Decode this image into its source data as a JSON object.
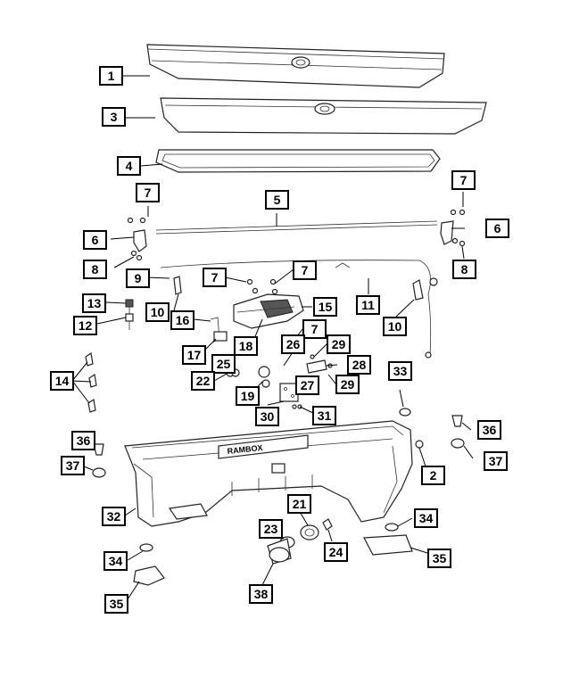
{
  "callouts": {
    "c1": "1",
    "c2": "2",
    "c3": "3",
    "c4": "4",
    "c5": "5",
    "c6a": "6",
    "c6b": "6",
    "c7a": "7",
    "c7b": "7",
    "c7c": "7",
    "c7d": "7",
    "c7e": "7",
    "c8a": "8",
    "c8b": "8",
    "c9": "9",
    "c10a": "10",
    "c10b": "10",
    "c11": "11",
    "c12": "12",
    "c13": "13",
    "c14": "14",
    "c15": "15",
    "c16": "16",
    "c17": "17",
    "c18": "18",
    "c19": "19",
    "c21": "21",
    "c22": "22",
    "c23": "23",
    "c24": "24",
    "c25": "25",
    "c26": "26",
    "c27": "27",
    "c28": "28",
    "c29a": "29",
    "c29b": "29",
    "c30": "30",
    "c31": "31",
    "c32": "32",
    "c33": "33",
    "c34a": "34",
    "c34b": "34",
    "c35a": "35",
    "c35b": "35",
    "c36a": "36",
    "c36b": "36",
    "c37a": "37",
    "c37b": "37",
    "c38": "38"
  },
  "logo_text": "RAMBOX"
}
